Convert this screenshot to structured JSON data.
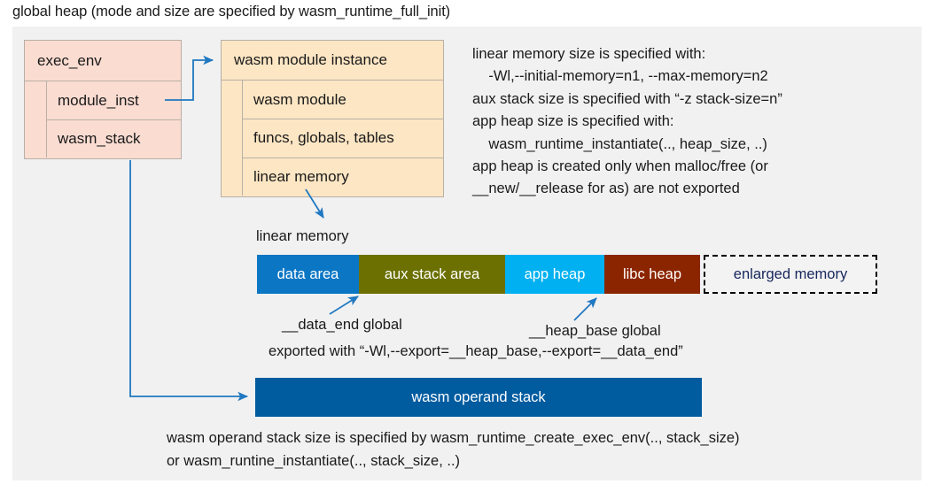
{
  "title": "global heap (mode and size are specified by wasm_runtime_full_init)",
  "colors": {
    "panel_bg": "#f1f1f1",
    "exec_env_fill": "#fadcd1",
    "module_inst_fill": "#fce6c4",
    "box_border": "#b8b0a6",
    "connector": "#1f78c1",
    "data_area": "#0a76c4",
    "aux_stack_area": "#6b7000",
    "app_heap": "#00b0f0",
    "libc_heap": "#8b2500",
    "enlarged_memory_text": "#16265c",
    "enlarged_memory_fill": "#f3f3f3",
    "operand_stack": "#005b9f"
  },
  "exec_env": {
    "header": "exec_env",
    "rows": [
      {
        "label": "module_inst"
      },
      {
        "label": "wasm_stack"
      }
    ]
  },
  "module_instance": {
    "header": "wasm module instance",
    "rows": [
      {
        "label": "wasm module"
      },
      {
        "label": "funcs, globals, tables"
      },
      {
        "label": "linear memory"
      }
    ]
  },
  "info_text": "linear memory size is specified with:\n    -Wl,--initial-memory=n1, --max-memory=n2\naux stack size is specified with “-z stack-size=n”\napp heap size is specified with:\n    wasm_runtime_instantiate(.., heap_size, ..)\napp heap is created only when malloc/free (or\n__new/__release for as) are not exported",
  "linear_memory": {
    "label": "linear memory",
    "segments": [
      {
        "label": "data area",
        "color": "#0a76c4",
        "width": 115,
        "style": "solid"
      },
      {
        "label": "aux stack area",
        "color": "#6b7000",
        "width": 165,
        "style": "solid"
      },
      {
        "label": "app heap",
        "color": "#00b0f0",
        "width": 112,
        "style": "solid"
      },
      {
        "label": "libc heap",
        "color": "#8b2500",
        "width": 108,
        "style": "solid"
      },
      {
        "label": "enlarged memory",
        "color": "#f3f3f3",
        "width": 196,
        "style": "dashed"
      }
    ]
  },
  "annotations": {
    "data_end": "__data_end global",
    "heap_base": "__heap_base global",
    "exported_with": "exported with “-Wl,--export=__heap_base,--export=__data_end”"
  },
  "operand_stack": {
    "label": "wasm operand stack"
  },
  "bottom_text": "wasm operand stack size is specified by wasm_runtime_create_exec_env(.., stack_size)\nor wasm_runtine_instantiate(.., stack_size, ..)"
}
